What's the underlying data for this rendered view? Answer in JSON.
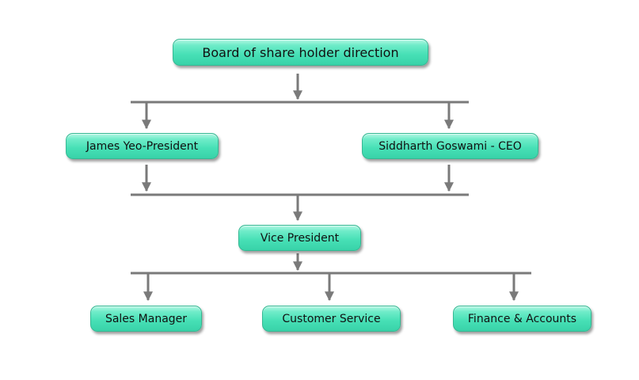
{
  "org_chart": {
    "board": "Board of share holder direction",
    "president": "James Yeo-President",
    "ceo": "Siddharth Goswami - CEO",
    "vice_president": "Vice President",
    "departments": {
      "sales": "Sales Manager",
      "customer_service": "Customer Service",
      "finance": "Finance & Accounts"
    }
  },
  "colors": {
    "node_fill": "#47e0b6",
    "connector": "#7a7a7a",
    "text": "#111111"
  }
}
